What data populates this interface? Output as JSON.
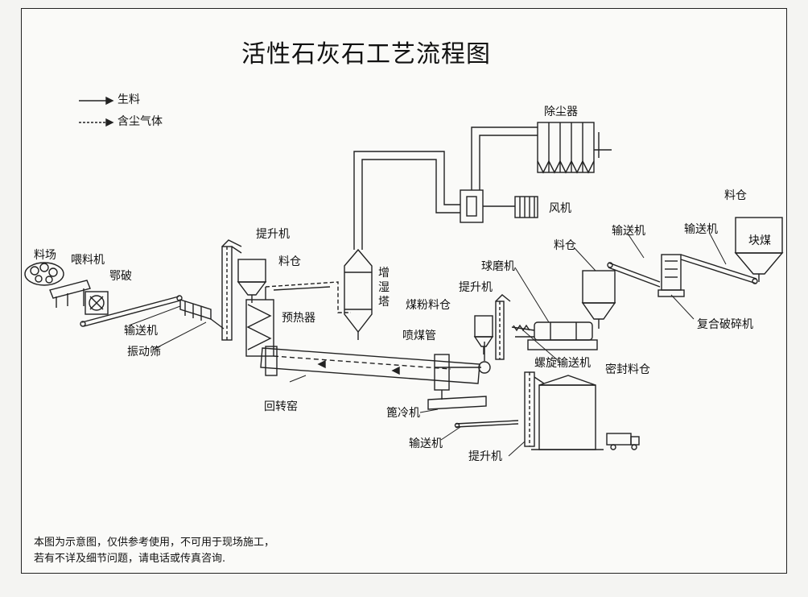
{
  "title": "活性石灰石工艺流程图",
  "legend": {
    "raw_material": "生料",
    "dust_gas": "含尘气体"
  },
  "labels": {
    "stockyard": "料场",
    "feeder": "喂料机",
    "jaw_crusher": "鄂破",
    "conveyor_1": "输送机",
    "vibrating_screen": "振动筛",
    "elevator_1": "提升机",
    "bin_1": "料仓",
    "preheater": "预热器",
    "humidifier_tower": "增湿塔",
    "rotary_kiln": "回转窑",
    "grate_cooler": "篦冷机",
    "conveyor_2": "输送机",
    "elevator_2": "提升机",
    "coal_injection_pipe": "喷煤管",
    "coal_powder_bin": "煤粉料仓",
    "elevator_3": "提升机",
    "ball_mill": "球磨机",
    "screw_conveyor": "螺旋输送机",
    "sealed_bin": "密封料仓",
    "bin_2": "料仓",
    "conveyor_3": "输送机",
    "conveyor_4": "输送机",
    "bin_3": "料仓",
    "lump_coal": "块煤",
    "compound_crusher": "复合破碎机",
    "dust_collector": "除尘器",
    "fan": "风机"
  },
  "note": {
    "line1": "本图为示意图，仅供参考使用，不可用于现场施工，",
    "line2": "若有不详及细节问题，请电话或传真咨询."
  }
}
